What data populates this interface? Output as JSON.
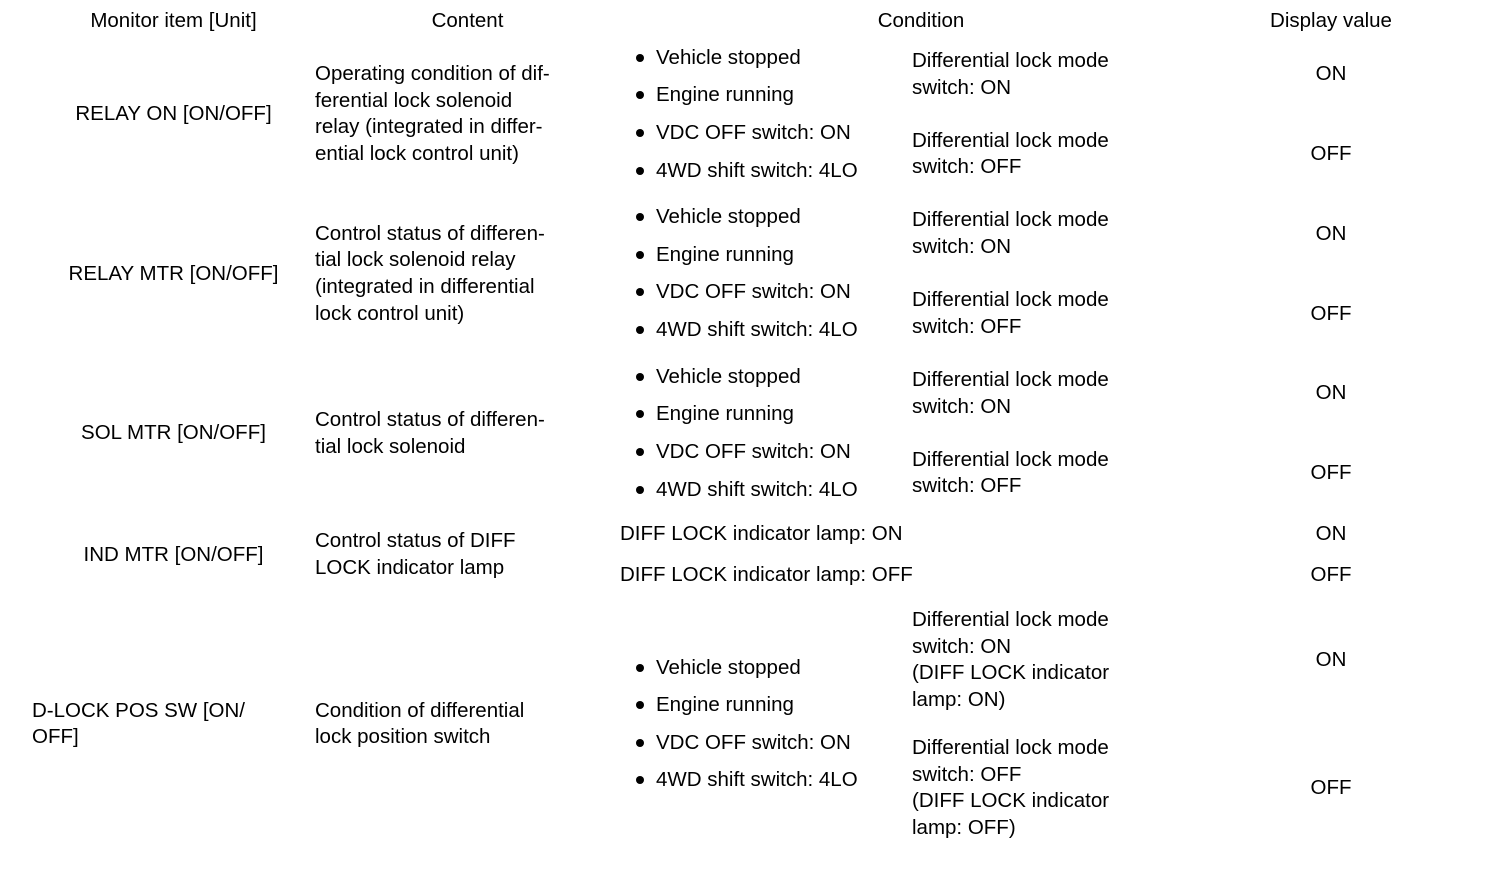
{
  "table": {
    "headers": {
      "monitor_item": "Monitor item [Unit]",
      "content": "Content",
      "condition": "Condition",
      "display_value": "Display value"
    },
    "common_conditions": [
      "Vehicle stopped",
      "Engine running",
      "VDC OFF switch: ON",
      "4WD shift switch: 4LO"
    ],
    "rows": [
      {
        "monitor_item": "RELAY ON [ON/OFF]",
        "content_lines": [
          "Operating condition of dif-",
          "ferential lock solenoid",
          "relay (integrated in differ-",
          "ential lock control unit)"
        ],
        "sub_rows": [
          {
            "condition_lines": [
              "Differential lock mode",
              "switch:  ON"
            ],
            "display_value": "ON"
          },
          {
            "condition_lines": [
              "Differential lock mode",
              "switch:  OFF"
            ],
            "display_value": "OFF"
          }
        ]
      },
      {
        "monitor_item": "RELAY MTR [ON/OFF]",
        "content_lines": [
          "Control status of differen-",
          "tial lock solenoid relay",
          "(integrated in differential",
          "lock control unit)"
        ],
        "sub_rows": [
          {
            "condition_lines": [
              "Differential lock mode",
              "switch:  ON"
            ],
            "display_value": "ON"
          },
          {
            "condition_lines": [
              "Differential lock mode",
              "switch:  OFF"
            ],
            "display_value": "OFF"
          }
        ]
      },
      {
        "monitor_item": "SOL MTR [ON/OFF]",
        "content_lines": [
          "Control status of differen-",
          "tial lock solenoid"
        ],
        "sub_rows": [
          {
            "condition_lines": [
              "Differential lock mode",
              "switch:  ON"
            ],
            "display_value": "ON"
          },
          {
            "condition_lines": [
              "Differential lock mode",
              "switch:  OFF"
            ],
            "display_value": "OFF"
          }
        ]
      },
      {
        "monitor_item": "IND MTR [ON/OFF]",
        "content_lines": [
          "Control status of DIFF",
          "LOCK indicator lamp"
        ],
        "sub_rows": [
          {
            "condition_full": "DIFF LOCK indicator lamp: ON",
            "display_value": "ON"
          },
          {
            "condition_full": "DIFF LOCK indicator lamp: OFF",
            "display_value": "OFF"
          }
        ]
      },
      {
        "monitor_item": "D-LOCK POS SW [ON/OFF]",
        "monitor_item_lines": [
          "D-LOCK POS SW [ON/",
          "OFF]"
        ],
        "content_lines": [
          "Condition of differential",
          "lock position switch"
        ],
        "sub_rows": [
          {
            "condition_lines": [
              "Differential lock mode",
              "switch:  ON",
              "(DIFF LOCK indicator",
              "lamp: ON)"
            ],
            "display_value": "ON"
          },
          {
            "condition_lines": [
              "Differential lock mode",
              "switch:  OFF",
              "(DIFF LOCK indicator",
              "lamp: OFF)"
            ],
            "display_value": "OFF"
          }
        ]
      }
    ]
  }
}
